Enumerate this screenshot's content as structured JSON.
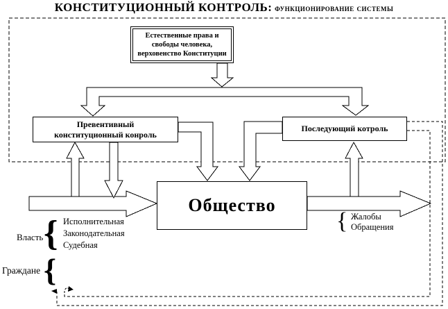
{
  "title": {
    "main": "КОНСТИТУЦИОННЫЙ КОНТРОЛЬ:",
    "sub": " функционирование системы"
  },
  "boxes": {
    "natural_rights": {
      "lines": [
        "Естественные права и",
        "свободы человека,",
        "верховенство Конституции"
      ]
    },
    "preventive": {
      "lines": [
        "Превентивный",
        "конституционный конроль"
      ]
    },
    "subsequent": {
      "label": "Последующий котроль"
    },
    "society": {
      "label": "Общество"
    }
  },
  "labels": {
    "brace": "{",
    "power": {
      "title": "Власть",
      "items": [
        "Исполнительная",
        "Законодательная",
        "Судебная"
      ]
    },
    "citizens": {
      "title": "Граждане"
    },
    "appeals": {
      "items": [
        "Жалобы",
        "Обращения"
      ]
    }
  },
  "colors": {
    "line": "#000000",
    "background": "#ffffff"
  }
}
